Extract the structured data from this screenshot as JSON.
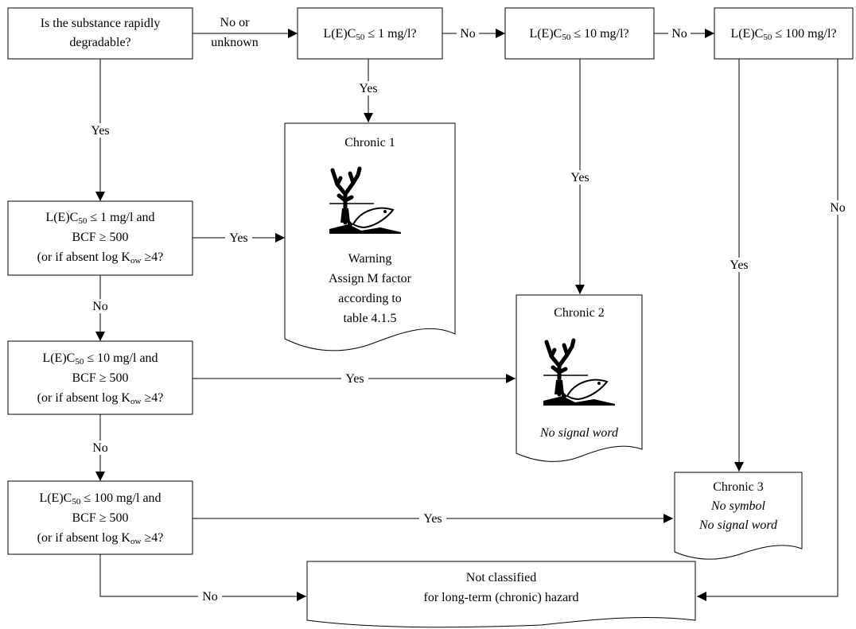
{
  "diagram": {
    "start_question": [
      "Is the substance rapidly",
      "degradable?"
    ],
    "edge_no_unknown": [
      "No or",
      "unknown"
    ],
    "top_row": {
      "q1": {
        "prefix": "L(E)C",
        "sub": "50",
        "rest": " ≤ 1 mg/l?"
      },
      "q2": {
        "prefix": "L(E)C",
        "sub": "50",
        "rest": " ≤ 10 mg/l?"
      },
      "q3": {
        "prefix": "L(E)C",
        "sub": "50",
        "rest": " ≤ 100 mg/l?"
      }
    },
    "left_column": {
      "q1": {
        "line1_prefix": "L(E)C",
        "line1_sub": "50",
        "line1_rest": " ≤ 1 mg/l and",
        "line2": "BCF ≥ 500",
        "line3_prefix": "(or if absent log K",
        "line3_sub": "ow",
        "line3_rest": " ≥4?"
      },
      "q2": {
        "line1_prefix": "L(E)C",
        "line1_sub": "50",
        "line1_rest": " ≤ 10 mg/l and",
        "line2": "BCF ≥ 500",
        "line3_prefix": "(or if absent log K",
        "line3_sub": "ow",
        "line3_rest": " ≥4?"
      },
      "q3": {
        "line1_prefix": "L(E)C",
        "line1_sub": "50",
        "line1_rest": " ≤ 100 mg/l and",
        "line2": "BCF ≥ 500",
        "line3_prefix": "(or if absent log K",
        "line3_sub": "ow",
        "line3_rest": " ≥4?"
      }
    },
    "edge_labels": {
      "yes": "Yes",
      "no": "No"
    },
    "outcomes": {
      "chronic1": {
        "title": "Chronic 1",
        "lines": [
          "Warning",
          "Assign M factor",
          "according to",
          "table 4.1.5"
        ],
        "icon": "environment-hazard-icon"
      },
      "chronic2": {
        "title": "Chronic 2",
        "signal": "No signal word",
        "icon": "environment-hazard-icon"
      },
      "chronic3": {
        "title": "Chronic 3",
        "symbol": "No symbol",
        "signal": "No signal word"
      },
      "not_classified": [
        "Not classified",
        "for long-term (chronic) hazard"
      ]
    }
  }
}
